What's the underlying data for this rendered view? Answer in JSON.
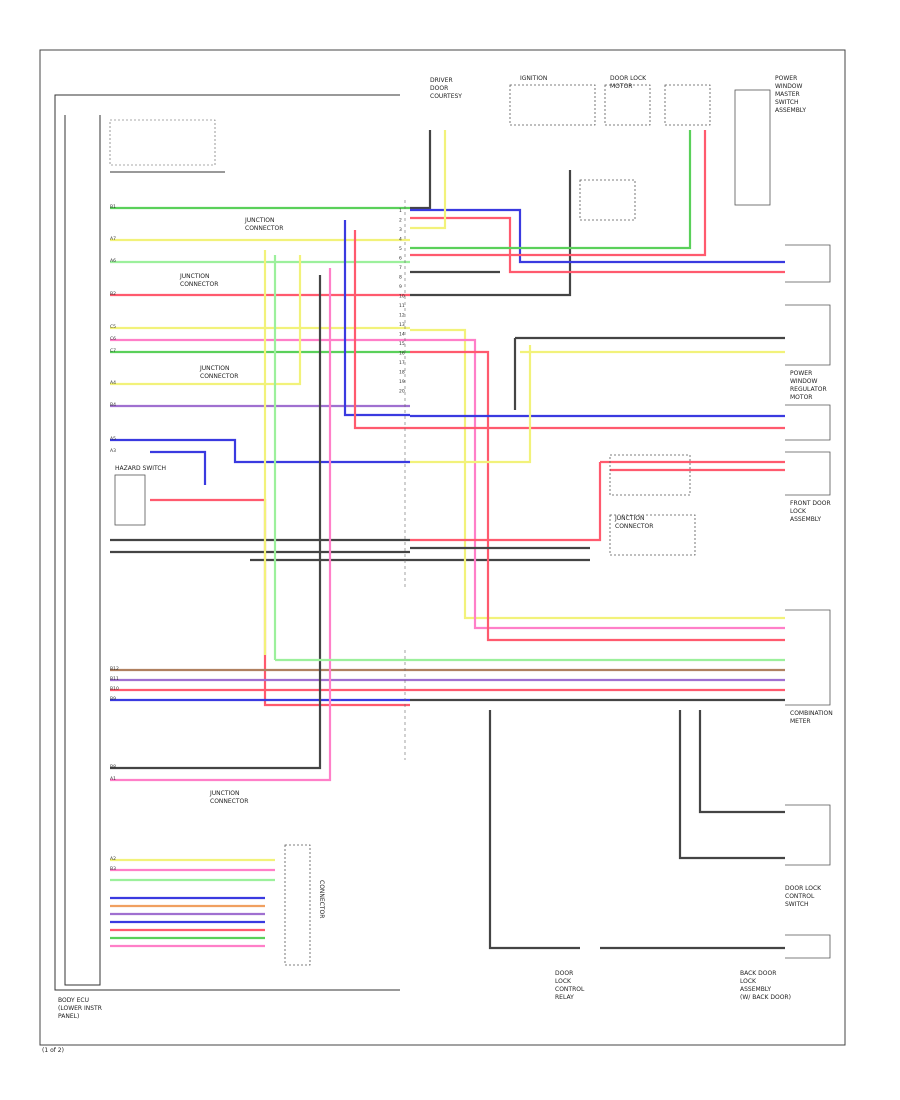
{
  "title": "",
  "components": {
    "bottom_left_caption": [
      "BODY ECU",
      "(LOWER INSTR",
      "PANEL)"
    ],
    "hazard_switch": "HAZARD SWITCH",
    "junction_upper": [
      "JUNCTION",
      "CONNECTOR"
    ],
    "junction_left": [
      "JUNCTION",
      "CONNECTOR"
    ],
    "junction_mid": [
      "JUNCTION",
      "CONNECTOR"
    ],
    "junction_lower": [
      "JUNCTION",
      "CONNECTOR"
    ],
    "junction_center": [
      "JUNCTION",
      "CONNECTOR"
    ],
    "top_left_sensor": [
      "DRIVER",
      "DOOR",
      "COURTESY"
    ],
    "ignition_switch": "IGNITION",
    "right_door_lock": [
      "DOOR LOCK",
      "MOTOR"
    ],
    "right_top_module": [
      "POWER",
      "WINDOW",
      "MASTER",
      "SWITCH",
      "ASSEMBLY"
    ],
    "right_module_2": [
      "POWER",
      "WINDOW",
      "REGULATOR",
      "MOTOR"
    ],
    "right_module_3": [
      "FRONT DOOR",
      "LOCK",
      "ASSEMBLY"
    ],
    "right_module_4": [
      "COMBINATION",
      "METER"
    ],
    "right_bottom_module": [
      "DOOR LOCK",
      "CONTROL",
      "SWITCH"
    ],
    "bottom_center_module": [
      "DOOR",
      "LOCK",
      "CONTROL",
      "RELAY"
    ],
    "bottom_right_module": [
      "BACK DOOR",
      "LOCK",
      "ASSEMBLY",
      "(W/ BACK DOOR)"
    ],
    "vertical_connector": "CONNECTOR"
  },
  "wire_colors": {
    "green": "#5ad05a",
    "yellow": "#f2f27a",
    "red": "#ff5a6e",
    "blue": "#3a3ae0",
    "pink": "#ff7fc8",
    "violet": "#a070d0",
    "light_green": "#9cf09c",
    "black": "#444444",
    "orange": "#f0a060",
    "brown": "#b08060"
  },
  "left_pins": [
    "B1",
    "A7",
    "A6",
    "B2",
    "C5",
    "C6",
    "C7",
    "A4",
    "B4",
    "A5",
    "A3",
    "B12",
    "B11",
    "B10",
    "B9",
    "B8",
    "A1",
    "A2",
    "B3"
  ],
  "center_pins": [
    "1",
    "2",
    "3",
    "4",
    "5",
    "6",
    "7",
    "8",
    "9",
    "10",
    "11",
    "12",
    "13",
    "14",
    "15",
    "16",
    "17",
    "18",
    "19",
    "20"
  ],
  "footer": "(1 of 2)"
}
